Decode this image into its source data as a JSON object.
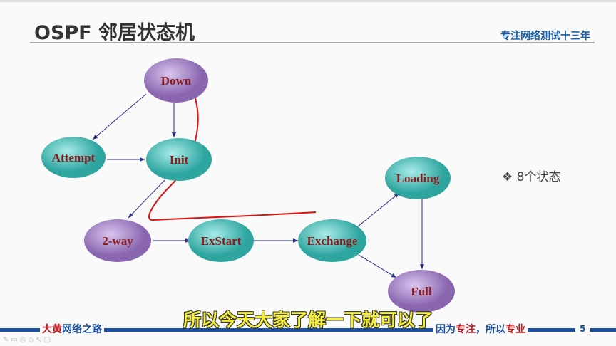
{
  "header": {
    "title": "OSPF 邻居状态机",
    "slogan": "专注网络测试十三年"
  },
  "diagram": {
    "nodes": [
      {
        "id": "down",
        "label": "Down",
        "color": "purple"
      },
      {
        "id": "attempt",
        "label": "Attempt",
        "color": "teal"
      },
      {
        "id": "init",
        "label": "Init",
        "color": "teal"
      },
      {
        "id": "twoway",
        "label": "2-way",
        "color": "purple"
      },
      {
        "id": "exstart",
        "label": "ExStart",
        "color": "teal"
      },
      {
        "id": "exchange",
        "label": "Exchange",
        "color": "teal"
      },
      {
        "id": "loading",
        "label": "Loading",
        "color": "teal"
      },
      {
        "id": "full",
        "label": "Full",
        "color": "purple"
      }
    ]
  },
  "bullet": {
    "icon": "diamond-bullet-icon",
    "text": "8个状态"
  },
  "subtitle": "所以今天大家了解一下就可以了",
  "footer": {
    "brand_red": "大黄",
    "brand_blue": "网络之路",
    "m1": "因为",
    "m2": "专注",
    "m3": "，所以",
    "m4": "专业",
    "page": "5"
  },
  "colors": {
    "purple": "#a07cc0",
    "teal": "#4fbdb8",
    "accent": "#1d4fa0"
  }
}
